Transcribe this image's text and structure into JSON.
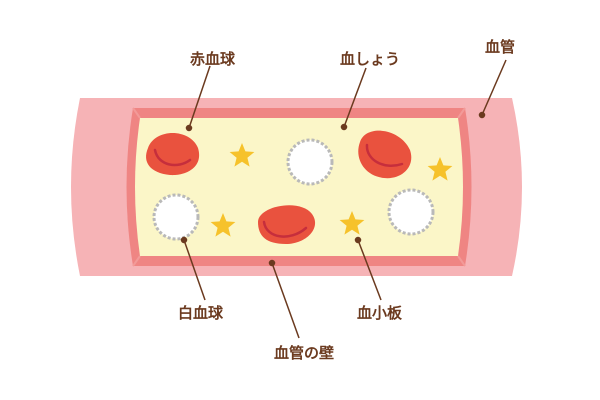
{
  "labels": {
    "red_blood_cell": "赤血球",
    "plasma": "血しょう",
    "blood_vessel": "血管",
    "white_blood_cell": "白血球",
    "platelet": "血小板",
    "vessel_wall": "血管の壁"
  },
  "colors": {
    "vessel_outer": "#f6b3b6",
    "vessel_inner_band": "#ef8583",
    "plasma_fill": "#fbf6c8",
    "red_cell": "#e9523e",
    "red_cell_stroke": "#c62e3c",
    "white_cell_fill": "#ffffff",
    "white_cell_edge": "#b9b9b9",
    "platelet": "#f6c22b",
    "label_text": "#6b3a1f"
  }
}
